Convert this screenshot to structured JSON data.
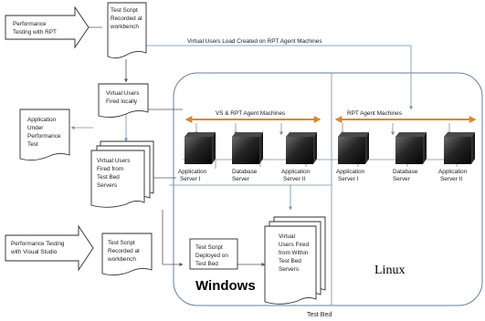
{
  "perf_rpt_arrow": {
    "lines": [
      "Performance",
      "Testing with RPT"
    ]
  },
  "rpt_script_doc": {
    "lines": [
      "Test Script",
      "Recorded at",
      "workbench"
    ]
  },
  "virtual_users_load_label": "Virtual Users Load Created  on RPT  Agent Machines",
  "fired_locally_doc": {
    "lines": [
      "Virtual Users",
      "Fired locally"
    ]
  },
  "app_under_test_doc": {
    "lines": [
      "Application",
      "Under",
      "Performance",
      "Test"
    ]
  },
  "fired_from_servers_doc": {
    "lines": [
      "Virtual Users",
      "Fired from",
      "Test Bed",
      "Servers"
    ]
  },
  "perf_vs_arrow": {
    "lines": [
      "Performance Testing",
      "with Visual Studio"
    ]
  },
  "vs_script_doc": {
    "lines": [
      "Test Script",
      "Recorded at",
      "workbench"
    ]
  },
  "deployed_box": {
    "lines": [
      "Test Script",
      "Deployed on",
      "Test Bed"
    ]
  },
  "fired_within_doc": {
    "lines": [
      "Virtual",
      "Users Fired",
      "from Within",
      "Test Bed",
      "Servers"
    ]
  },
  "vs_agents_label": "VS & RPT Agent Machines",
  "rpt_agents_label": "RPT Agent Machines",
  "windows_servers": [
    {
      "lines": [
        "Application",
        "Server I"
      ]
    },
    {
      "lines": [
        "Database",
        "Server"
      ]
    },
    {
      "lines": [
        "Application",
        "Server II"
      ]
    }
  ],
  "linux_servers": [
    {
      "lines": [
        "Application",
        "Server I"
      ]
    },
    {
      "lines": [
        "Database",
        "Server"
      ]
    },
    {
      "lines": [
        "Application",
        "Server II"
      ]
    }
  ],
  "windows_label": "Windows",
  "linux_label": "Linux",
  "test_bed_label": "Test Bed",
  "colors": {
    "bracket": "#d9882a",
    "line": "#6f8fb3",
    "stroke": "#2b2b2b"
  }
}
